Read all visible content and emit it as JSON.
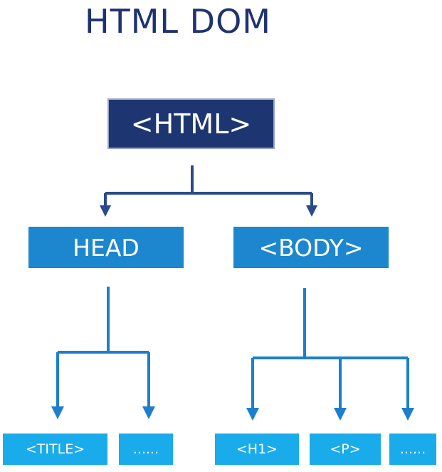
{
  "title": "HTML DOM",
  "nodes": {
    "html": "<HTML>",
    "head": "HEAD",
    "body": "<BODY>",
    "title_tag": "<TITLE>",
    "head_more": "......",
    "h1": "<H1>",
    "p": "<P>",
    "body_more": "......"
  },
  "colors": {
    "title_text": "#1f3270",
    "root_fill": "#1d3672",
    "level2_fill": "#1c87cf",
    "leaf_fill": "#1aabeb",
    "root_connector": "#2b4a8a",
    "child_connector": "#1d7fcc"
  }
}
